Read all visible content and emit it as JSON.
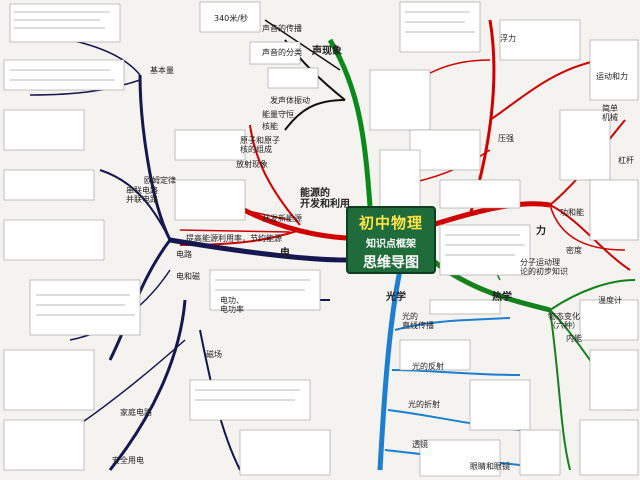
{
  "center": {
    "title": "初中物理",
    "subtitle": "知识点框架",
    "footer": "思维导图"
  },
  "colors": {
    "sound": "#0a8a1a",
    "force": "#d10000",
    "energy": "#d10000",
    "electric": "#161650",
    "light": "#1c7fd0",
    "heat": "#15801e",
    "center_bg": "#1f6b3a"
  },
  "branches": {
    "sound": "声现象",
    "energy": "能源的\n开发和利用",
    "electric": "电",
    "force": "力",
    "light": "光学",
    "heat": "热学"
  },
  "labels": {
    "sound_propagation": "声音的传播",
    "sound_types": "声音的分类",
    "sound_vibration": "发声体振动",
    "speed_340": "340米/秒",
    "energy_conservation": "能量守恒",
    "nuclear": "核能",
    "atom_structure": "原子和原子\n核的组成",
    "radiation": "放射现象",
    "new_energy": "开发新能源",
    "save_energy": "提高能源利用率，节约能源",
    "circuit": "电路",
    "electricity_magnetism": "电和磁",
    "basic_quantities": "基本量",
    "ohm_law": "欧姆定律",
    "series_parallel": "串联电路\n并联电路",
    "electric_power": "电功、\n电功率",
    "magnetic_field": "磁场",
    "home_circuit": "家庭电路",
    "safety": "安全用电",
    "work_energy": "功和能",
    "pressure": "压强",
    "buoyancy": "浮力",
    "simple_machines": "简单\n机械",
    "lever": "杠杆",
    "motion_force": "运动和力",
    "density": "密度",
    "molecular_theory": "分子运动理\n论的初步知识",
    "internal_energy": "内能",
    "state_change": "物态变化\n（六种）",
    "thermometer": "温度计",
    "reflection": "光的反射",
    "refraction": "光的折射",
    "lens": "透镜",
    "straight_light": "光的\n直线传播",
    "eye": "眼睛和眼镜"
  }
}
